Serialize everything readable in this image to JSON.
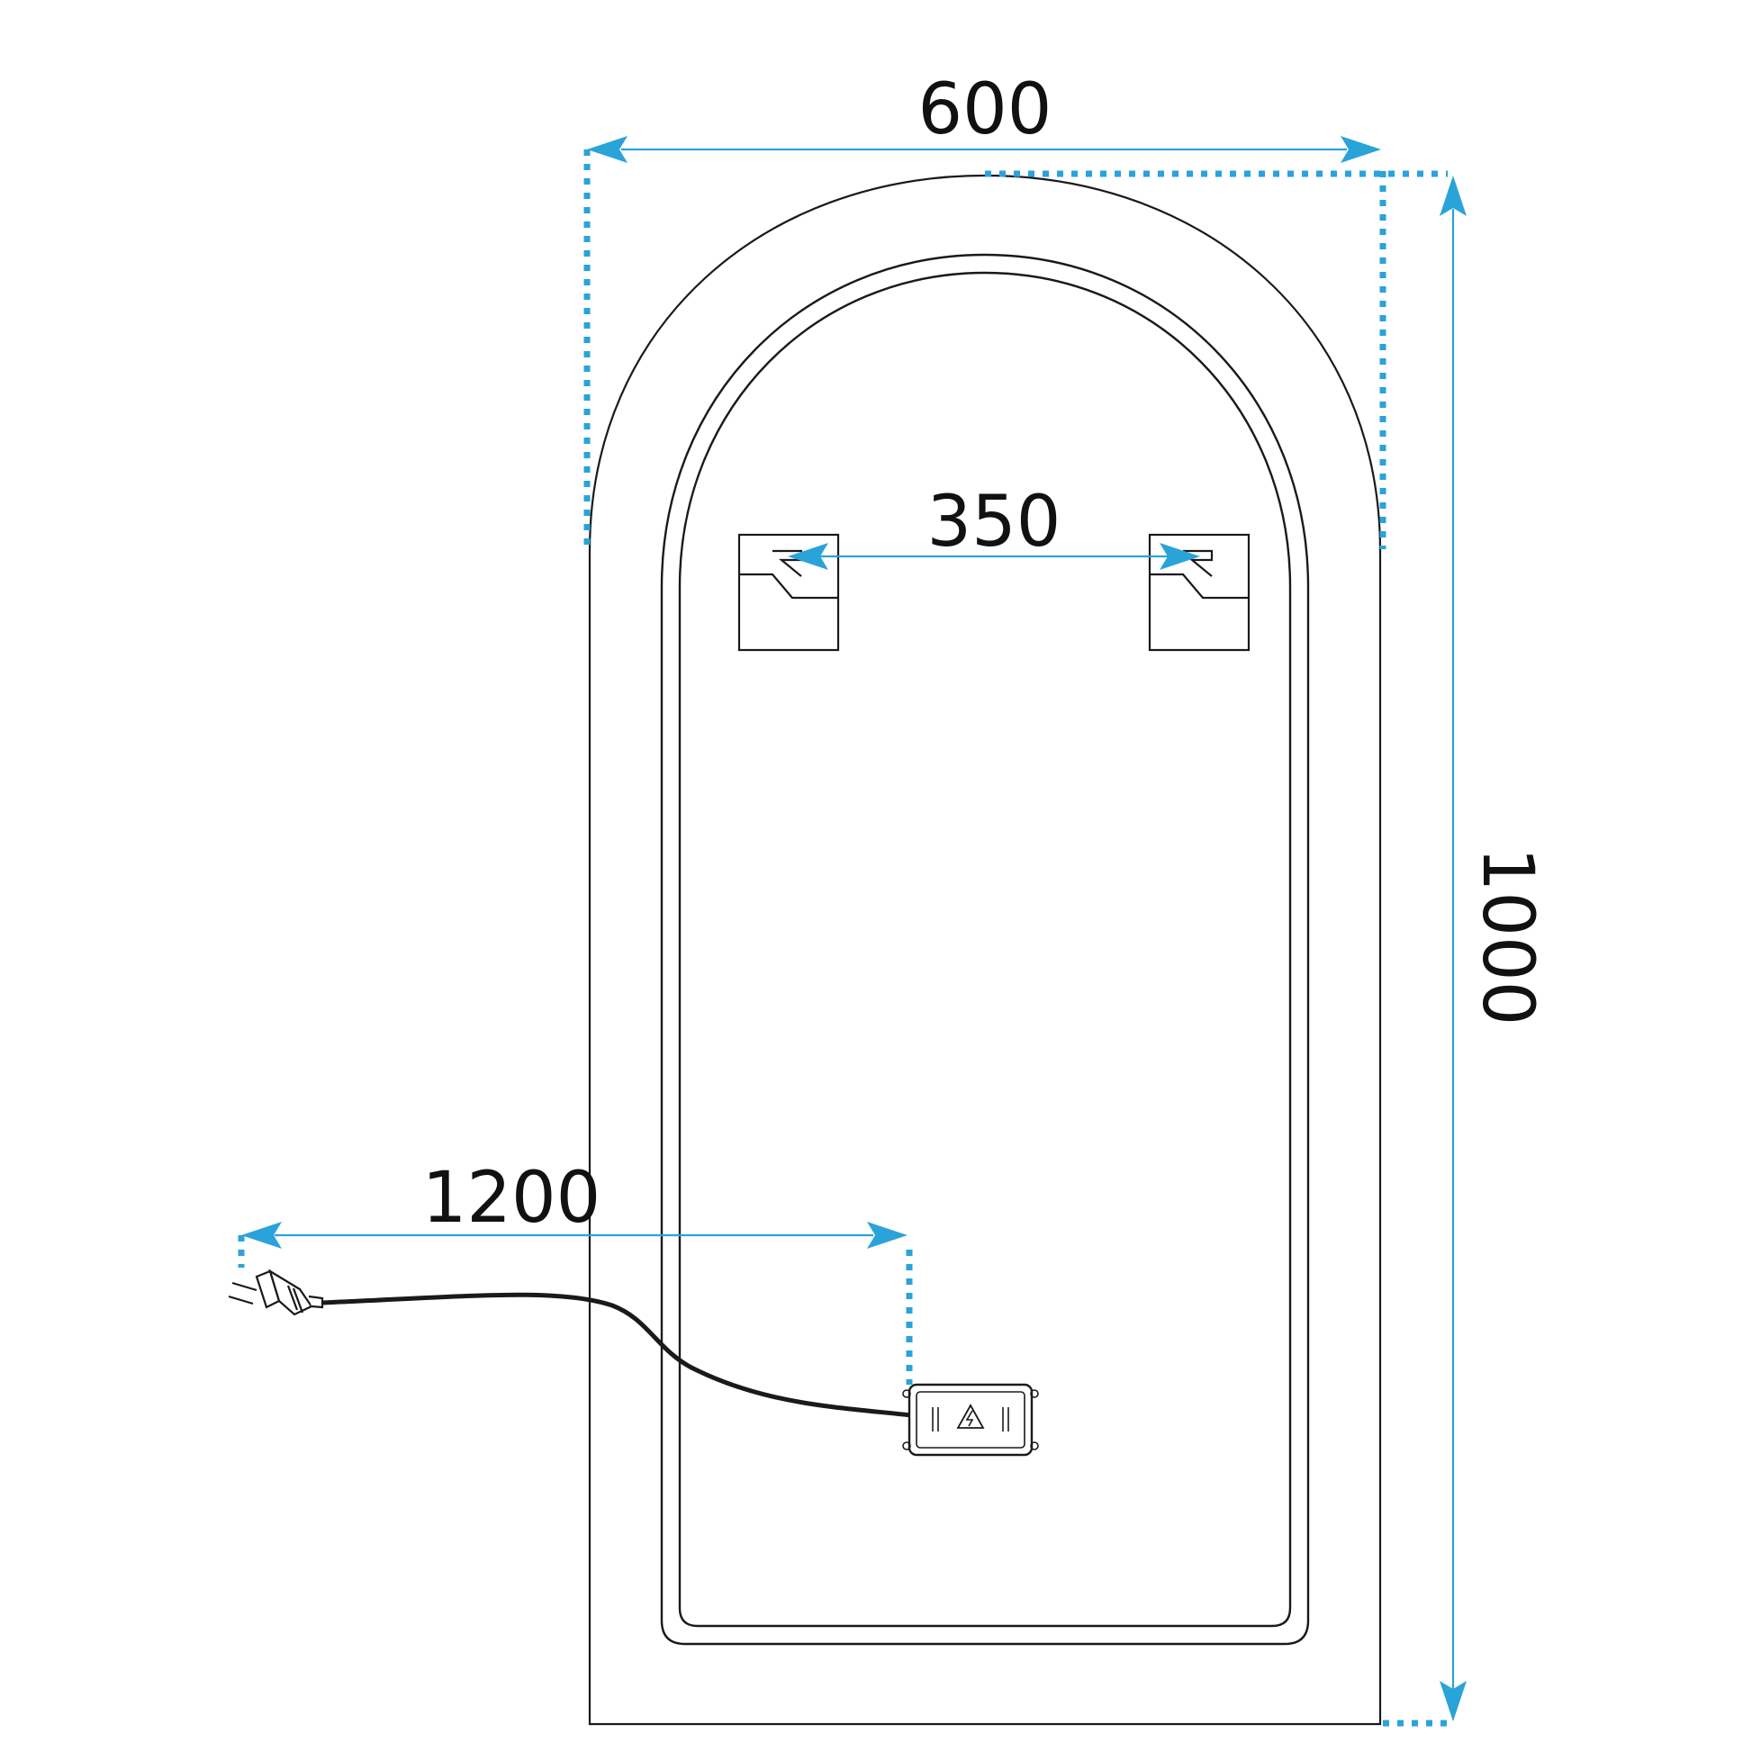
{
  "dimensions": {
    "width": "600",
    "height": "1000",
    "hook_spacing": "350",
    "cable_length": "1200"
  },
  "colors": {
    "dimension_line": "#2aa3d8",
    "outline": "#1a1a1a"
  },
  "icons": {
    "plug": "power-plug-icon",
    "driver": "power-supply-box-icon",
    "warning": "high-voltage-warning-icon"
  }
}
